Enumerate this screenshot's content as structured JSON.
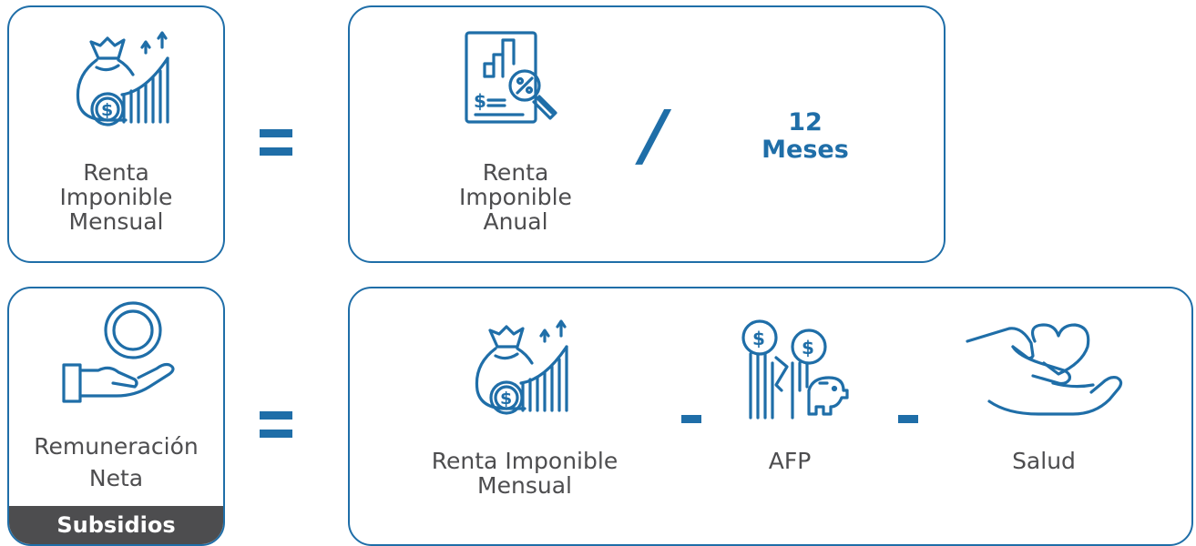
{
  "row1": {
    "left_card": {
      "icon": "money-bag-growth-icon",
      "label_lines": [
        "Renta",
        "Imponible",
        "Mensual"
      ]
    },
    "operator_equals": "=",
    "right_card": {
      "icon": "report-percentage-icon",
      "label_lines": [
        "Renta",
        "Imponible",
        "Anual"
      ],
      "operator_divide": "/",
      "divisor_lines": [
        "12",
        "Meses"
      ]
    }
  },
  "row2": {
    "left_card": {
      "icon": "hand-coin-icon",
      "label_lines": [
        "Remuneración",
        "Neta"
      ],
      "footer": "Subsidios"
    },
    "operator_equals": "=",
    "right_card": {
      "terms": [
        {
          "icon": "money-bag-growth-icon",
          "label_lines": [
            "Renta Imponible",
            "Mensual"
          ]
        },
        {
          "icon": "pension-savings-icon",
          "label_lines": [
            "AFP"
          ]
        },
        {
          "icon": "hand-heart-icon",
          "label_lines": [
            "Salud"
          ]
        }
      ],
      "operators": [
        "-",
        "-"
      ]
    }
  },
  "colors": {
    "accent": "#1f6ea8",
    "text": "#4d4d4f",
    "footer_bg": "#4d4d4f",
    "footer_text": "#ffffff"
  }
}
